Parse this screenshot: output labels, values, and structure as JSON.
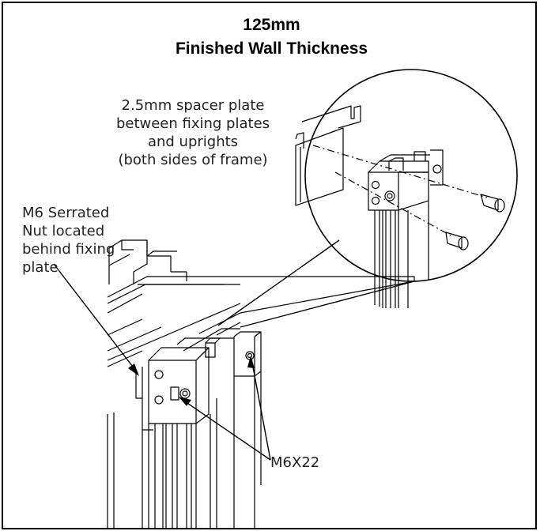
{
  "diagram": {
    "title_line1": "125mm",
    "title_line2": "Finished Wall Thickness",
    "callouts": {
      "spacer_plate": "2.5mm spacer plate\nbetween fixing plates\nand uprights\n(both sides of frame)",
      "serrated_nut": "M6 Serrated\nNut located\nbehind fixing\nplate",
      "bolt": "M6X22"
    }
  }
}
